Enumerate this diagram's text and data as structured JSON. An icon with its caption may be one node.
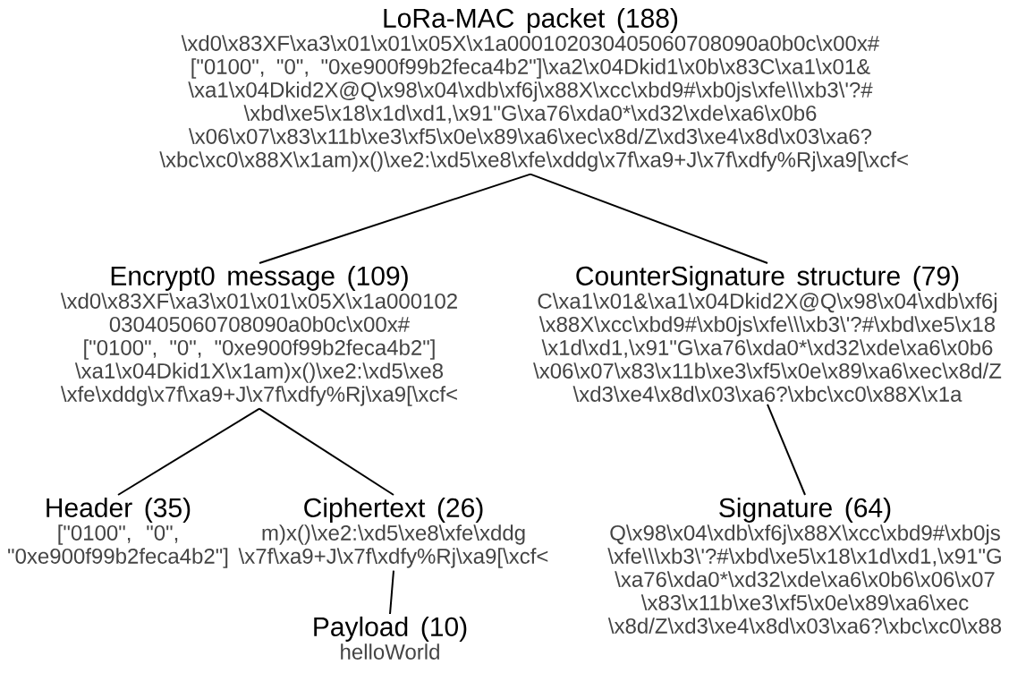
{
  "diagram": {
    "nodes": [
      {
        "text": [
          "LoRa-MAC packet (188)",
          "\\xd0\\x83XF\\xa3\\x01\\x01\\x05X\\x1a000102030405060708090a0b0c\\x00x# [\"0100\", \"0\", \"0xe900f99b2feca4b2\"]\\xa2\\x04Dkid1\\x0b\\x83C\\xa1\\x01& \\xa1\\x04Dkid2X@Q\\x98\\x04\\xdb\\xf6j\\x88X\\xcc\\xbd9#\\xb0js\\xfe\\\\\\xb3\\'?# \\xbd\\xe5\\x18\\x1d\\xd1,\\x91\"G\\xa76\\xda0*\\xd32\\xde\\xa6\\x0b6 \\x06\\x07\\x83\\x11b\\xe3\\xf5\\x0e\\x89\\xa6\\xec\\x8d/Z\\xd3\\xe4\\x8d\\x03\\xa6? \\xbc\\xc0\\x88X\\x1am)x()\\xe2:\\xd5\\xe8\\xfe\\xddg\\x7f\\xa9+J\\x7f\\xdfy%Rj\\xa9[\\xcf<"
        ]
      },
      {
        "text": [
          "Encrypt0 message (109)",
          "\\xd0\\x83XF\\xa3\\x01\\x01\\x05X\\x1a000102 030405060708090a0b0c\\x00x# [\"0100\", \"0\", \"0xe900f99b2feca4b2\"] \\xa1\\x04Dkid1X\\x1am)x()\\xe2:\\xd5\\xe8 \\xfe\\xddg\\x7f\\xa9+J\\x7f\\xdfy%Rj\\xa9[\\xcf<"
        ]
      },
      {
        "text": [
          "CounterSignature structure (79)",
          "C\\xa1\\x01&\\xa1\\x04Dkid2X@Q\\x98\\x04\\xdb\\xf6j \\x88X\\xcc\\xbd9#\\xb0js\\xfe\\\\\\xb3\\'?#\\xbd\\xe5\\x18 \\x1d\\xd1,\\x91\"G\\xa76\\xda0*\\xd32\\xde\\xa6\\x0b6 \\x06\\x07\\x83\\x11b\\xe3\\xf5\\x0e\\x89\\xa6\\xec\\x8d/Z \\xd3\\xe4\\x8d\\x03\\xa6?\\xbc\\xc0\\x88X\\x1a"
        ]
      },
      {
        "text": [
          "Header (35)",
          "[\"0100\", \"0\", \"0xe900f99b2feca4b2\"]"
        ]
      },
      {
        "text": [
          "Ciphertext (26)",
          "m)x()\\xe2:\\xd5\\xe8\\xfe\\xddg \\x7f\\xa9+J\\x7f\\xdfy%Rj\\xa9[\\xcf<"
        ]
      },
      {
        "text": [
          "Signature (64)",
          "Q\\x98\\x04\\xdb\\xf6j\\x88X\\xcc\\xbd9#\\xb0js \\xfe\\\\\\xb3\\'?#\\xbd\\xe5\\x18\\x1d\\xd1,\\x91\"G \\xa76\\xda0*\\xd32\\xde\\xa6\\x0b6\\x06\\x07 \\x83\\x11b\\xe3\\xf5\\x0e\\x89\\xa6\\xec \\x8d/Z\\xd3\\xe4\\x8d\\x03\\xa6?\\xbc\\xc0\\x88"
        ]
      },
      {
        "text": [
          "Payload (10)",
          "helloWorld"
        ]
      }
    ],
    "edges": [
      {
        "from": 0,
        "to": 1,
        "arrow": "none"
      },
      {
        "from": 0,
        "to": 2,
        "arrow": "none"
      },
      {
        "from": 1,
        "to": 3,
        "arrow": "none"
      },
      {
        "from": 1,
        "to": 4,
        "arrow": "none"
      },
      {
        "from": 2,
        "to": 5,
        "arrow": "none"
      },
      {
        "from": 4,
        "to": 6,
        "arrow": "none"
      }
    ]
  }
}
